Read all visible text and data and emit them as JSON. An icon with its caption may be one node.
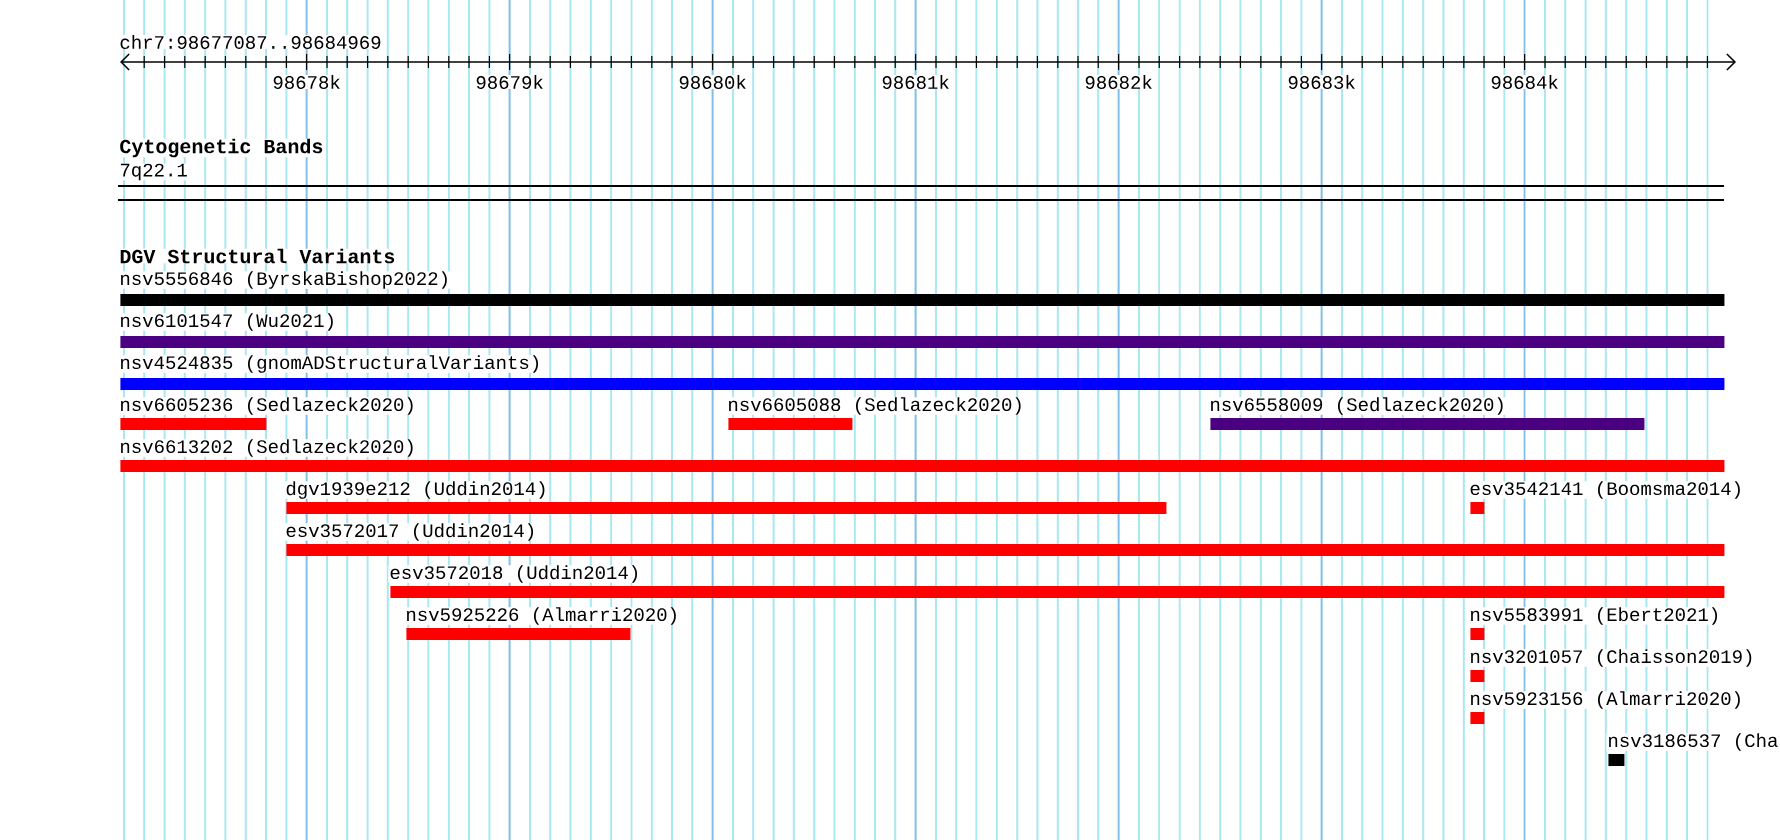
{
  "diagram": {
    "nodes": [
      {
        "text": [
          "nsv5556846 (ByrskaBishop2022)"
        ]
      },
      {
        "text": [
          "nsv6101547 (Wu2021)"
        ]
      },
      {
        "text": [
          "nsv4524835 (gnomADStructuralVariants)"
        ]
      },
      {
        "text": [
          "nsv6605236 (Sedlazeck2020)"
        ]
      },
      {
        "text": [
          "nsv6605088 (Sedlazeck2020)"
        ]
      },
      {
        "text": [
          "nsv6558009 (Sedlazeck2020)"
        ]
      },
      {
        "text": [
          "nsv6613202 (Sedlazeck2020)"
        ]
      },
      {
        "text": [
          "dgv1939e212 (Uddin2014)"
        ]
      },
      {
        "text": [
          "esv3542141 (Boomsma2014)"
        ]
      },
      {
        "text": [
          "esv3572017 (Uddin2014)"
        ]
      },
      {
        "text": [
          "esv3572018 (Uddin2014)"
        ]
      },
      {
        "text": [
          "nsv5925226 (Almarri2020)"
        ]
      },
      {
        "text": [
          "nsv5583991 (Ebert2021)"
        ]
      },
      {
        "text": [
          "nsv3201057 (Chaisson2019)"
        ]
      },
      {
        "text": [
          "nsv5923156 (Almarri2020)"
        ]
      },
      {
        "text": [
          "nsv3186537 (Cha"
        ]
      }
    ],
    "labels": [
      "chr7:98677087..98684969",
      "98678k",
      "98679k",
      "98680k",
      "98681k",
      "98682k",
      "98683k",
      "98684k",
      "Cytogenetic Bands",
      "7q22.1",
      "DGV Structural Variants"
    ]
  }
}
